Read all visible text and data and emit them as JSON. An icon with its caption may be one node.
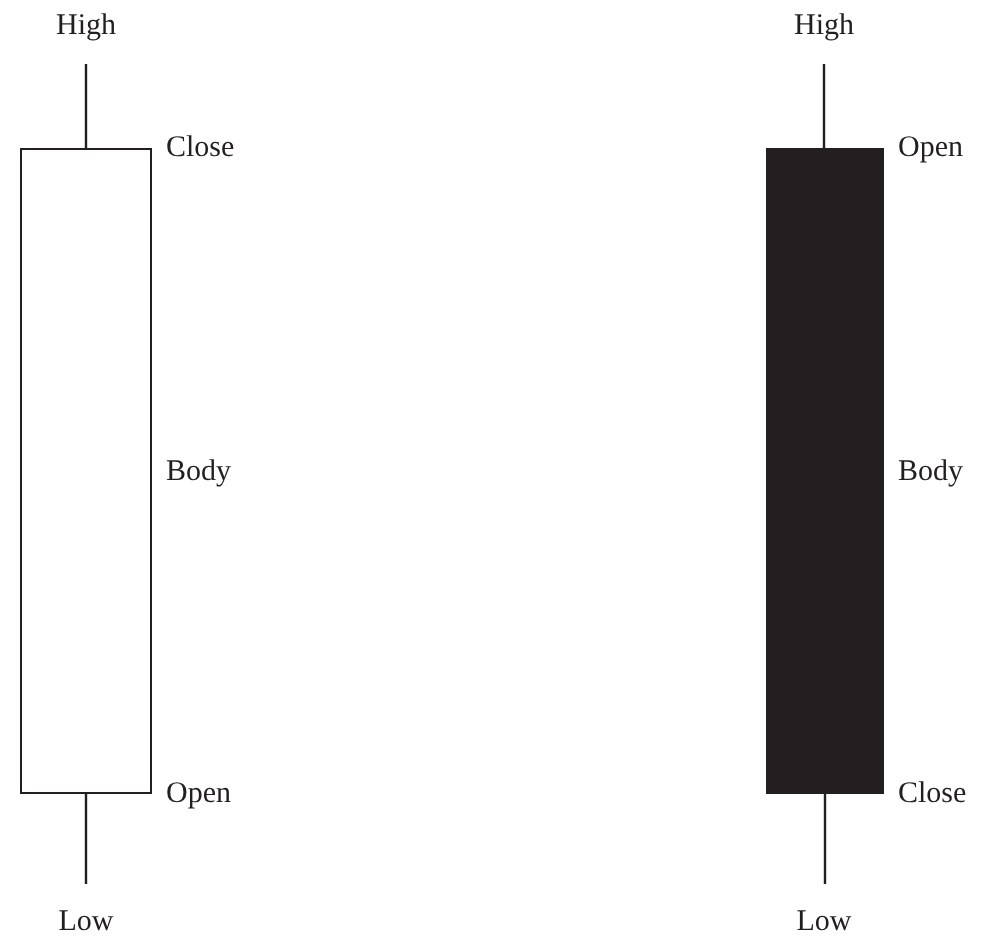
{
  "diagram": {
    "nodes": [
      {
        "text": [
          "High"
        ]
      },
      {
        "text": [],
        "shape": "box",
        "beside": [
          "Close",
          "Body",
          "Open"
        ]
      },
      {
        "text": [
          "Low"
        ]
      },
      {
        "text": [
          "High"
        ]
      },
      {
        "text": [],
        "shape": "box",
        "beside": [
          "Open",
          "Body",
          "Close"
        ]
      },
      {
        "text": [
          "Low"
        ]
      }
    ],
    "edges": [
      {
        "from": 0,
        "to": 1,
        "arrow": "none"
      },
      {
        "from": 1,
        "to": 2,
        "arrow": "none"
      },
      {
        "from": 3,
        "to": 4,
        "arrow": "none"
      },
      {
        "from": 4,
        "to": 5,
        "arrow": "none"
      }
    ]
  }
}
